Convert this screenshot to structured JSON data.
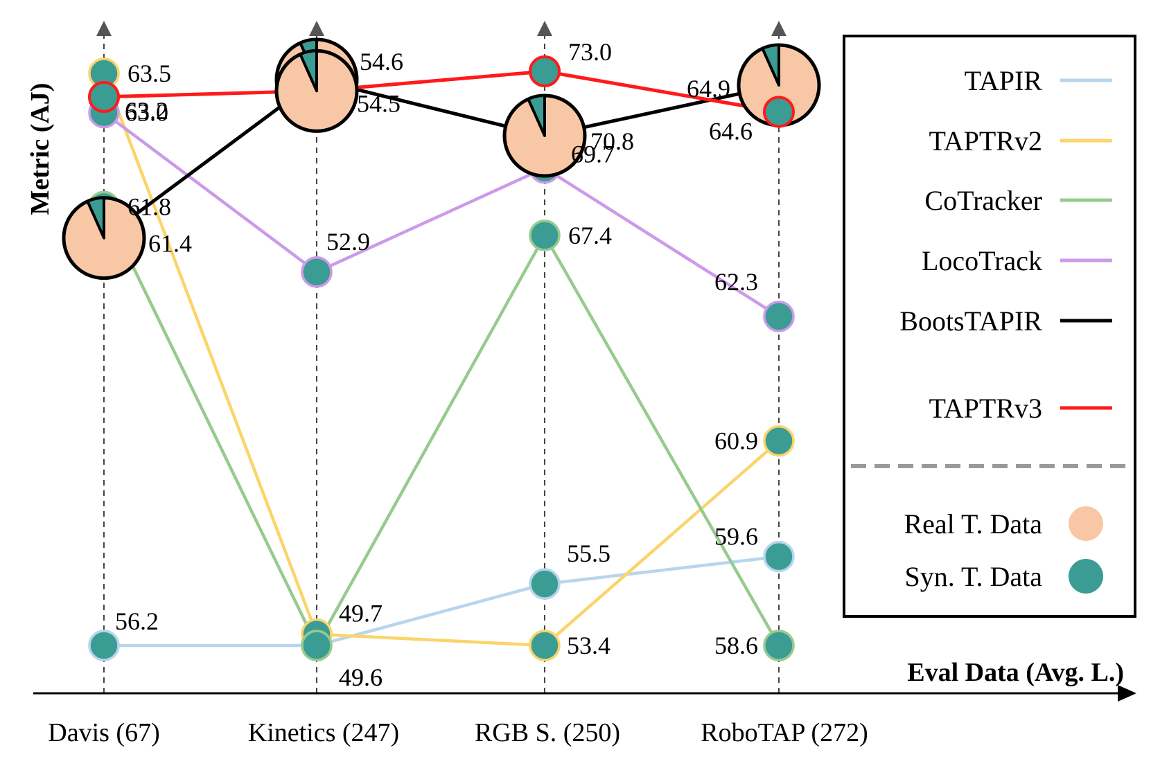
{
  "chart_data": {
    "type": "line",
    "title": "",
    "ylabel": "Metric (AJ)",
    "xlabel": "Eval Data (Avg. L.)",
    "categories": [
      "Davis (67)",
      "Kinetics (247)",
      "RGB S. (250)",
      "RoboTAP (272)"
    ],
    "grid": "dashed vertical line at each category",
    "y_scale": "independent per category (each column has its own value scale)",
    "legend_position": "right",
    "colors": {
      "TAPIR": "#b7d5ee",
      "TAPTRv2": "#fbd46a",
      "CoTracker": "#97cb8e",
      "LocoTrack": "#cc9ae9",
      "BootsTAPIR": "#000000",
      "TAPTRv3": "#ff1a1a",
      "real_data": "#f7c7a6",
      "syn_data": "#3b9c94"
    },
    "series": [
      {
        "name": "TAPIR",
        "values": [
          56.2,
          49.6,
          55.5,
          59.6
        ]
      },
      {
        "name": "TAPTRv2",
        "values": [
          63.5,
          49.7,
          53.4,
          60.9
        ]
      },
      {
        "name": "CoTracker",
        "values": [
          61.8,
          49.6,
          67.4,
          58.6
        ]
      },
      {
        "name": "LocoTrack",
        "values": [
          63.0,
          52.9,
          69.7,
          62.3
        ]
      },
      {
        "name": "BootsTAPIR",
        "values": [
          61.4,
          54.6,
          70.8,
          64.9
        ]
      },
      {
        "name": "TAPTRv3",
        "values": [
          63.2,
          54.5,
          73.0,
          64.6
        ]
      }
    ],
    "legend": {
      "data_types": [
        {
          "label": "Real T. Data",
          "color_key": "real_data"
        },
        {
          "label": "Syn. T. Data",
          "color_key": "syn_data"
        }
      ]
    }
  }
}
